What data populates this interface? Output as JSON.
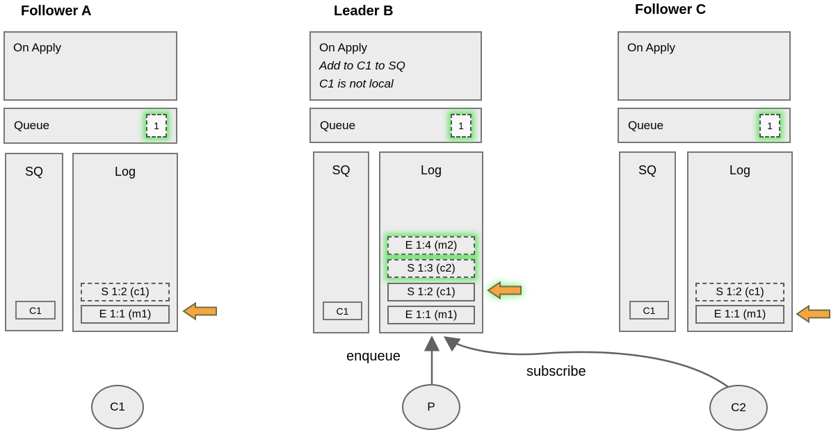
{
  "colors": {
    "box_fill": "#ececec",
    "box_border": "#777777",
    "glow_green": "#61e461",
    "arrow_orange": "#f6a640",
    "arrow_orange_stroke": "#6e6e46",
    "edge_gray": "#616161"
  },
  "columns": [
    {
      "title": "Follower A",
      "on_apply": {
        "lines": [
          "On Apply"
        ]
      },
      "queue": {
        "label": "Queue",
        "badge": "1"
      },
      "sq": {
        "label": "SQ",
        "item": "C1"
      },
      "log": {
        "label": "Log",
        "entries": [
          {
            "text": "S 1:2 (c1)",
            "style": "dashed",
            "glow": false
          },
          {
            "text": "E 1:1 (m1)",
            "style": "solid",
            "glow": false
          }
        ]
      },
      "pointer": {
        "points_at": "E 1:1 (m1)",
        "glow": false
      }
    },
    {
      "title": "Leader B",
      "on_apply": {
        "lines": [
          "On Apply",
          "Add to C1 to SQ",
          "C1 is not local"
        ]
      },
      "queue": {
        "label": "Queue",
        "badge": "1"
      },
      "sq": {
        "label": "SQ",
        "item": "C1"
      },
      "log": {
        "label": "Log",
        "entries": [
          {
            "text": "E 1:4 (m2)",
            "style": "dashed",
            "glow": true
          },
          {
            "text": "S 1:3 (c2)",
            "style": "dashed",
            "glow": true
          },
          {
            "text": "S 1:2 (c1)",
            "style": "solid",
            "glow": false
          },
          {
            "text": "E 1:1 (m1)",
            "style": "solid",
            "glow": false
          }
        ]
      },
      "pointer": {
        "points_at": "S 1:2 (c1)",
        "glow": true
      }
    },
    {
      "title": "Follower C",
      "on_apply": {
        "lines": [
          "On Apply"
        ]
      },
      "queue": {
        "label": "Queue",
        "badge": "1"
      },
      "sq": {
        "label": "SQ",
        "item": "C1"
      },
      "log": {
        "label": "Log",
        "entries": [
          {
            "text": "S 1:2 (c1)",
            "style": "dashed",
            "glow": false
          },
          {
            "text": "E 1:1 (m1)",
            "style": "solid",
            "glow": false
          }
        ]
      },
      "pointer": {
        "points_at": "E 1:1 (m1)",
        "glow": false
      }
    }
  ],
  "actors": [
    {
      "label": "C1"
    },
    {
      "label": "P"
    },
    {
      "label": "C2"
    }
  ],
  "edges": [
    {
      "label": "enqueue",
      "from": "P",
      "to": "Leader B Log"
    },
    {
      "label": "subscribe",
      "from": "C2",
      "to": "Leader B Log"
    }
  ]
}
